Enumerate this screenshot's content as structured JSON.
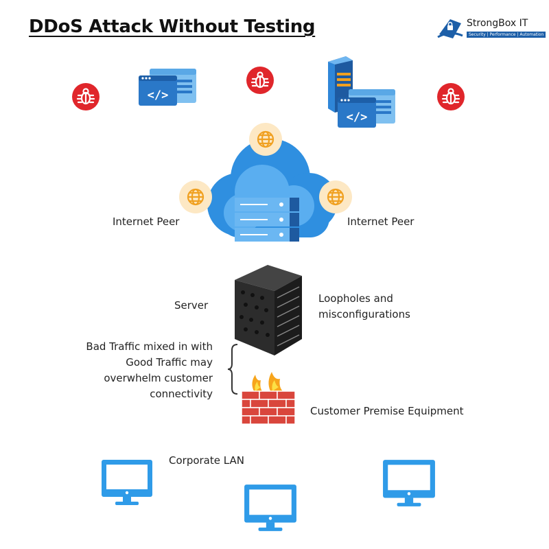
{
  "title": "DDoS Attack Without Testing",
  "brand": {
    "name": "StrongBox IT",
    "tagline": "Security | Performance | Automation"
  },
  "labels": {
    "peer_left": "Internet Peer",
    "peer_right": "Internet Peer",
    "server": "Server",
    "loopholes": [
      "Loopholes and",
      "misconfigurations"
    ],
    "bad_traffic": [
      "Bad Traffic mixed in with",
      "Good Traffic may",
      "overwhelm customer",
      "connectivity"
    ],
    "cpe": "Customer Premise Equipment",
    "lan": "Corporate LAN"
  },
  "colors": {
    "threat": "#e0262b",
    "accent_blue": "#2f8fe0",
    "globe_bg": "#fde8c4",
    "globe": "#f0a020",
    "rack": "#2c2c2c",
    "brick": "#d9463c"
  },
  "icons": [
    "bug-icon",
    "code-window-icon",
    "server-tower-icon",
    "cloud-icon",
    "globe-icon",
    "server-rack-icon",
    "firewall-icon",
    "monitor-icon"
  ]
}
